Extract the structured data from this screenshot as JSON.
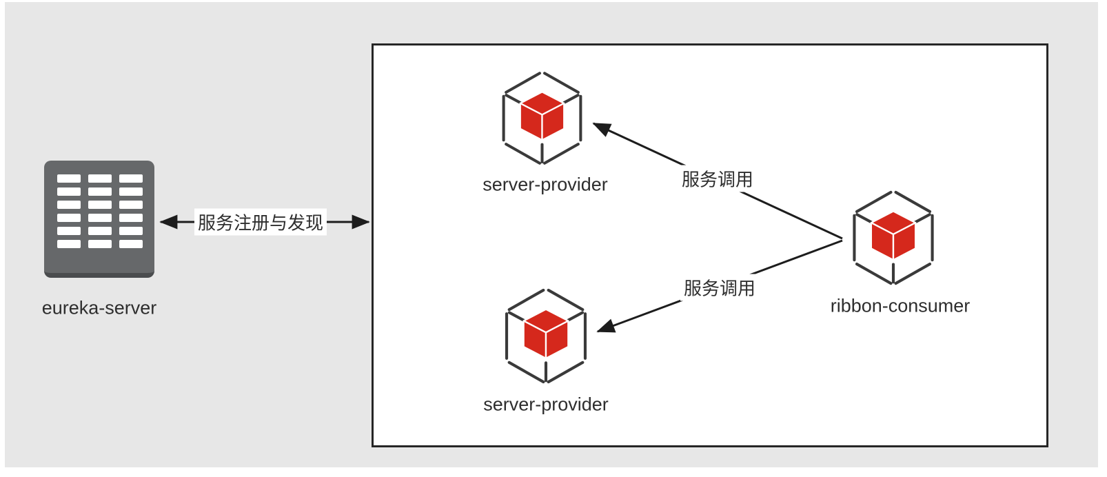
{
  "canvas": {
    "background": "#ffffff",
    "panel_color": "#e7e7e7"
  },
  "diagram": {
    "colors": {
      "line": "#1d1d1d",
      "text": "#2e2e2e",
      "box_border": "#262626",
      "panel": "#e7e7e7",
      "cube_red": "#d5281c",
      "wireframe": "#3a3a3a",
      "server_gray": "#66686a",
      "server_gray_dark": "#4a4c4e"
    },
    "nodes": {
      "eureka": {
        "label": "eureka-server",
        "icon": "server-rack-icon"
      },
      "provider_top": {
        "label": "server-provider",
        "icon": "cube-icon"
      },
      "provider_bottom": {
        "label": "server-provider",
        "icon": "cube-icon"
      },
      "consumer": {
        "label": "ribbon-consumer",
        "icon": "cube-icon"
      }
    },
    "edges": {
      "registration": {
        "label": "服务注册与发现",
        "type": "bidirectional-arrow",
        "from": "eureka-server",
        "to": "service-box"
      },
      "call_top": {
        "label": "服务调用",
        "type": "arrow",
        "from": "ribbon-consumer",
        "to": "server-provider (top)"
      },
      "call_bottom": {
        "label": "服务调用",
        "type": "arrow",
        "from": "ribbon-consumer",
        "to": "server-provider (bottom)"
      }
    }
  }
}
